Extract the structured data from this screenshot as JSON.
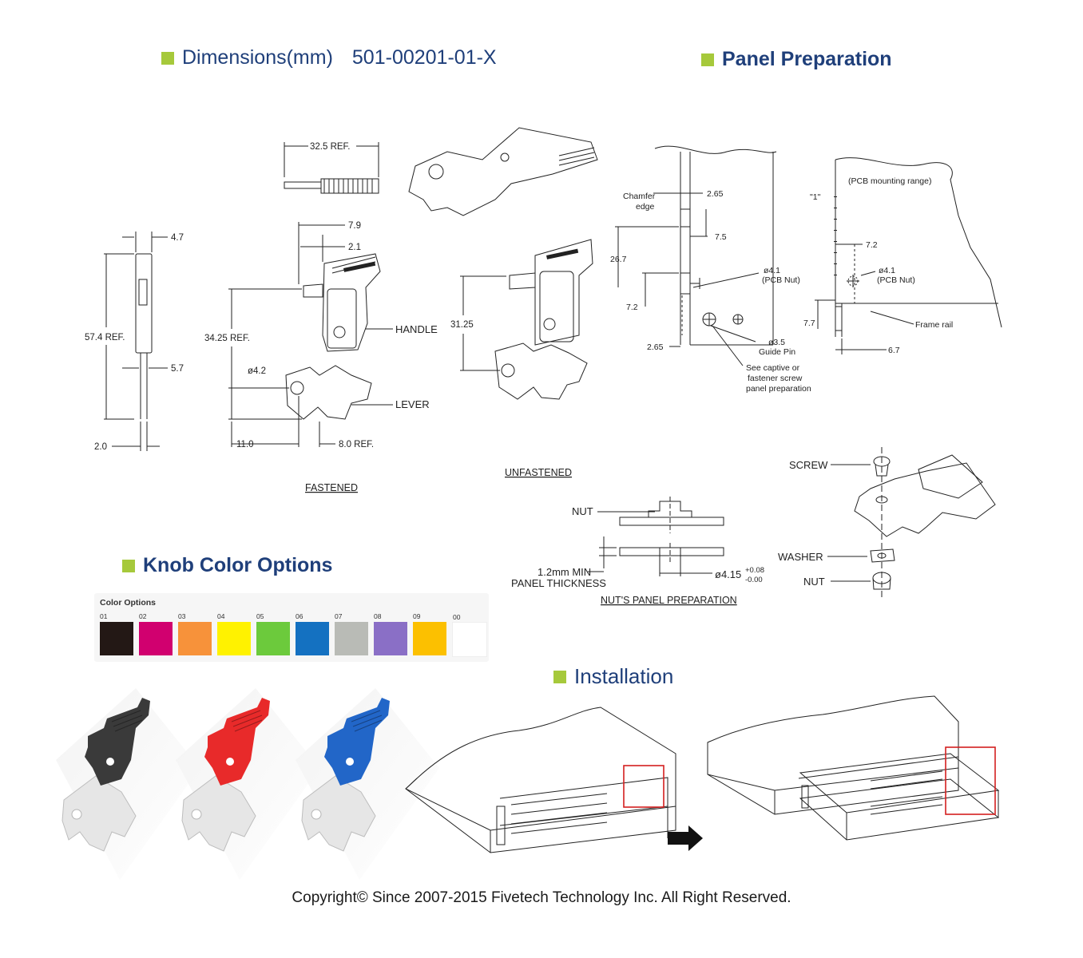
{
  "accent_color": "#a6c93b",
  "title_color": "#1f3f7a",
  "sections": {
    "dimensions": {
      "label": "Dimensions(mm)",
      "part_number": "501-00201-01-X"
    },
    "panel": {
      "label": "Panel Preparation"
    },
    "knob": {
      "label": "Knob Color Options"
    },
    "install": {
      "label": "Installation"
    }
  },
  "dims": {
    "w325": "32.5 REF.",
    "d47": "4.7",
    "d574": "57.4 REF.",
    "d57": "5.7",
    "d20": "2.0",
    "d79": "7.9",
    "d21": "2.1",
    "d3425": "34.25 REF.",
    "d42": "ø4.2",
    "d110": "11.0",
    "d80": "8.0 REF.",
    "d3125": "31.25",
    "handle": "HANDLE",
    "lever": "LEVER",
    "fastened": "FASTENED",
    "unfastened": "UNFASTENED"
  },
  "panel_prep": {
    "chamfer1": "Chamfer",
    "chamfer2": "edge",
    "d265a": "2.65",
    "d75": "7.5",
    "d267": "26.7",
    "d72a": "7.2",
    "d265b": "2.65",
    "d41a": "ø4.1",
    "pcbnut_a": "(PCB Nut)",
    "d35": "ø3.5",
    "guide": "Guide Pin",
    "note1": "See captive or",
    "note2": "fastener screw",
    "note3": "panel preparation",
    "range": "(PCB mounting range)",
    "d1": "\"1\"",
    "d72b": "7.2",
    "d41b": "ø4.1",
    "pcbnut_b": "(PCB Nut)",
    "d77": "7.7",
    "frame": "Frame rail",
    "d67": "6.7"
  },
  "nut_prep": {
    "nut": "NUT",
    "min1": "1.2mm MIN",
    "min2": "PANEL THICKNESS",
    "dia": "ø4.15",
    "tol_up": "+0.08",
    "tol_dn": "-0.00",
    "caption": "NUT'S PANEL PREPARATION"
  },
  "assembly": {
    "screw": "SCREW",
    "washer": "WASHER",
    "nut": "NUT"
  },
  "color_options": {
    "title": "Color Options",
    "items": [
      {
        "code": "01",
        "color": "#231815"
      },
      {
        "code": "02",
        "color": "#d1006f"
      },
      {
        "code": "03",
        "color": "#f7923a"
      },
      {
        "code": "04",
        "color": "#fff200"
      },
      {
        "code": "05",
        "color": "#6cca3c"
      },
      {
        "code": "06",
        "color": "#1471c1"
      },
      {
        "code": "07",
        "color": "#b9bbb6"
      },
      {
        "code": "08",
        "color": "#8a6fc6"
      },
      {
        "code": "09",
        "color": "#fcc000"
      },
      {
        "code": "00",
        "color": "#ffffff"
      }
    ]
  },
  "knob_renders": [
    {
      "name": "black",
      "color": "#3a3a3a"
    },
    {
      "name": "red",
      "color": "#e82a2a"
    },
    {
      "name": "blue",
      "color": "#2266c8"
    }
  ],
  "copyright": "Copyright© Since 2007-2015 Fivetech Technology Inc. All Right Reserved."
}
